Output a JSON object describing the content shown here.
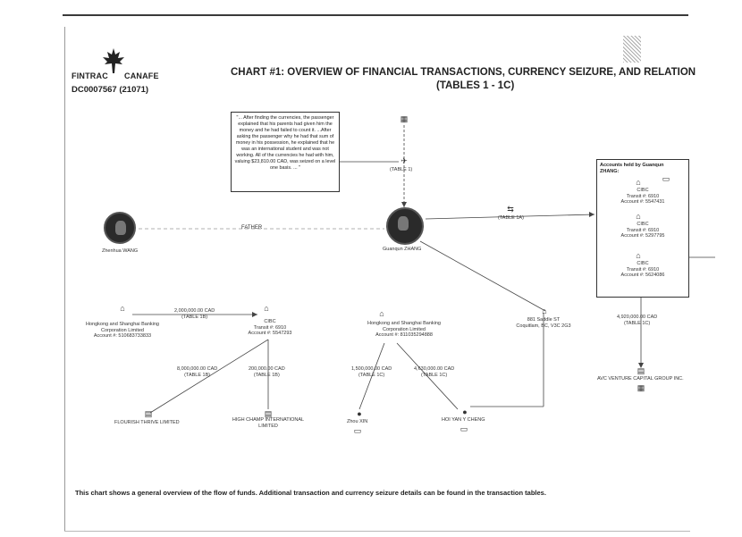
{
  "header": {
    "logo_left": "FINTRAC",
    "logo_right": "CANAFE",
    "doc_id": "DC0007567 (21071)",
    "title_line1": "CHART #1: OVERVIEW OF FINANCIAL TRANSACTIONS, CURRENCY SEIZURE, AND RELATION",
    "title_line2": "(TABLES 1 - 1C)"
  },
  "quote_text": "\"... After finding the currencies, the passenger explained that his parents had given him the money and he had failed to count it. ...After asking the passenger why he had that sum of money in his possession, he explained that he was an international student and was not working. All of the currencies he had with him, valuing $23,810.00 CAD, was seized on a level one basis. ... \"",
  "people": {
    "wang": "Zhenhua WANG",
    "zhang": "Guanqun ZHANG",
    "relation": "FATHER",
    "zhou": "Zhou XIN",
    "cheng": "HOI YAN Y CHENG"
  },
  "table_refs": {
    "t1": "(TABLE 1)",
    "t1a": "(TABLE 1A)"
  },
  "accounts_box": {
    "heading": "Accounts held by Guanqun ZHANG:",
    "accounts": [
      {
        "bank": "CIBC",
        "transit": "Transit #: 6910",
        "account": "Account #: 5547431"
      },
      {
        "bank": "CIBC",
        "transit": "Transit #: 6910",
        "account": "Account #: 5297795"
      },
      {
        "bank": "CIBC",
        "transit": "Transit #: 6910",
        "account": "Account #: 5624086"
      }
    ]
  },
  "entities": {
    "hsbc_left": {
      "name_line1": "Hongkong and Shanghai Banking",
      "name_line2": "Corporation Limited",
      "account": "Account #: 510683733833"
    },
    "cibc_mid": {
      "bank": "CIBC",
      "transit": "Transit #: 6910",
      "account": "Account #: 5547293"
    },
    "hsbc_mid": {
      "name_line1": "Hongkong and Shanghai Banking",
      "name_line2": "Corporation Limited",
      "account": "Account #: 811035294888"
    },
    "address_line1": "881 Saddle ST",
    "address_line2": "Coquitlam, BC, V3C 2G3",
    "flourish": "FLOURISH THRIVE LIMITED",
    "high_champ_line1": "HIGH CHAMP INTERNATIONAL",
    "high_champ_line2": "LIMITED",
    "avc": "AVC VENTURE CAPITAL GROUP INC."
  },
  "flows": [
    {
      "id": "f1",
      "amount": "2,000,000.00 CAD",
      "ref": "(TABLE 1B)"
    },
    {
      "id": "f2",
      "amount": "8,000,000.00 CAD",
      "ref": "(TABLE 1B)"
    },
    {
      "id": "f3",
      "amount": "200,000.00 CAD",
      "ref": "(TABLE 1B)"
    },
    {
      "id": "f4",
      "amount": "1,500,000.00 CAD",
      "ref": "(TABLE 1C)"
    },
    {
      "id": "f5",
      "amount": "4,630,000.00 CAD",
      "ref": "(TABLE 1C)"
    },
    {
      "id": "f6",
      "amount": "4,920,000.00 CAD",
      "ref": "(TABLE 1C)"
    }
  ],
  "footer": "This chart shows a general overview of the flow of funds.  Additional transaction and currency seizure details can be found in the transaction tables."
}
